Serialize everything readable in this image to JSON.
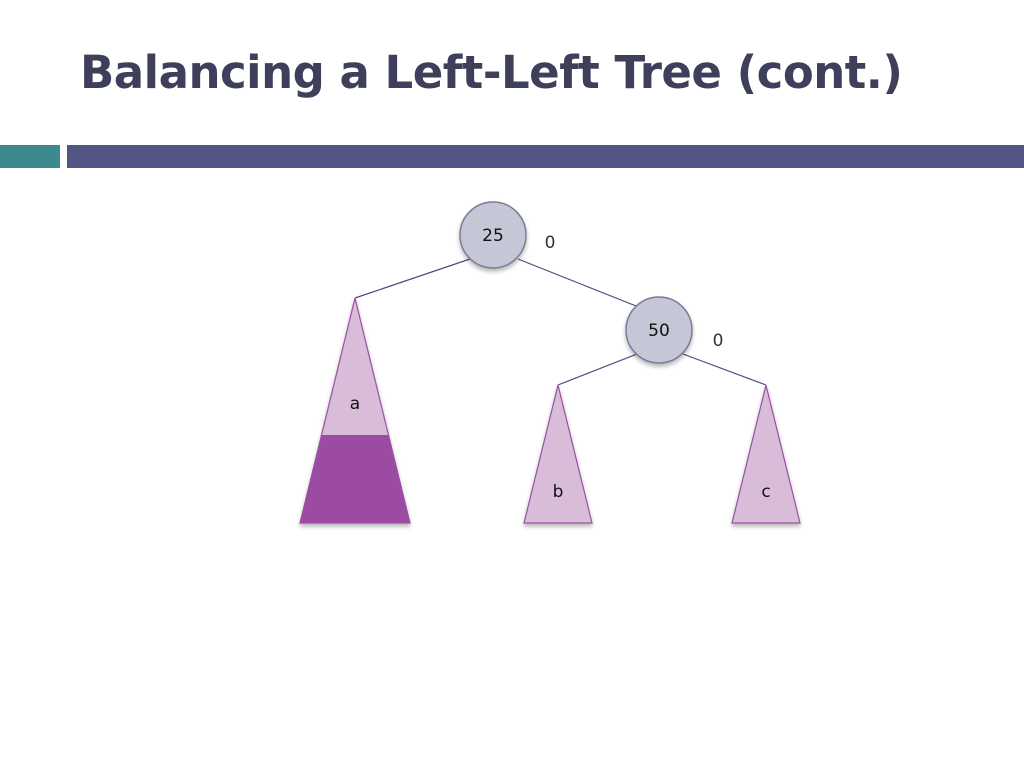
{
  "slide": {
    "title": "Balancing a Left-Left Tree (cont.)"
  },
  "colors": {
    "title": "#3e3f5a",
    "accent_teal": "#3c8a8e",
    "accent_purple": "#535584",
    "node_fill": "#c5c6d6",
    "node_stroke": "#7a7c98",
    "subtree_light": "#d8bcd8",
    "subtree_dark": "#9c4ca2",
    "subtree_stroke": "#9b4fa5",
    "edge": "#4f4a86"
  },
  "diagram": {
    "nodes": [
      {
        "id": "root",
        "value": "25",
        "balance": "0"
      },
      {
        "id": "right-child",
        "value": "50",
        "balance": "0"
      }
    ],
    "subtrees": [
      {
        "id": "a",
        "label": "a"
      },
      {
        "id": "b",
        "label": "b"
      },
      {
        "id": "c",
        "label": "c"
      }
    ]
  }
}
